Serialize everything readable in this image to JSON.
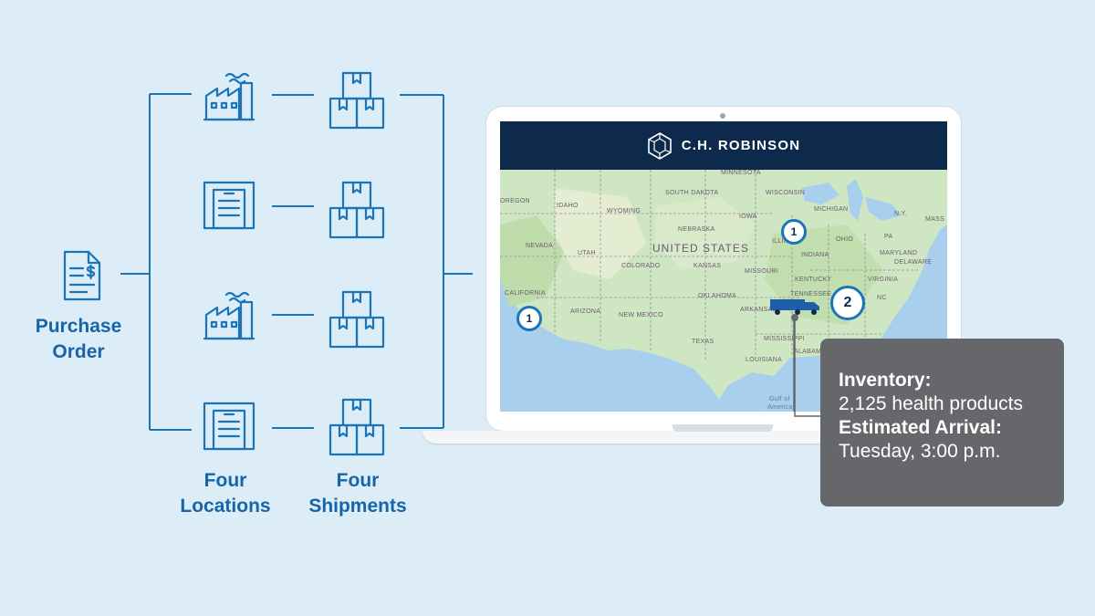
{
  "diagram": {
    "purchase_order": {
      "label_line1": "Purchase",
      "label_line2": "Order",
      "icon": "invoice-dollar-icon"
    },
    "locations": {
      "caption_line1": "Four",
      "caption_line2": "Locations",
      "items": [
        {
          "icon": "factory-icon"
        },
        {
          "icon": "warehouse-icon"
        },
        {
          "icon": "factory-icon"
        },
        {
          "icon": "warehouse-icon"
        }
      ]
    },
    "shipments": {
      "caption_line1": "Four",
      "caption_line2": "Shipments",
      "items": [
        {
          "icon": "boxes-icon"
        },
        {
          "icon": "boxes-icon"
        },
        {
          "icon": "boxes-icon"
        },
        {
          "icon": "boxes-icon"
        }
      ]
    },
    "colors": {
      "background": "#dcedf8",
      "accent": "#1a74b8",
      "text": "#1565a8"
    }
  },
  "app": {
    "brand": "C.H. ROBINSON",
    "logo": "ch-robinson-logo-icon",
    "header_color": "#0d2a4d",
    "map": {
      "country_label": "UNITED STATES",
      "region_labels": [
        "MINNESOTA",
        "WISCONSIN",
        "MICHIGAN",
        "SOUTH DAKOTA",
        "OREGON",
        "IDAHO",
        "WYOMING",
        "IOWA",
        "NEBRASKA",
        "ILLINOIS",
        "OHIO",
        "PA",
        "N.Y.",
        "MASS",
        "NEVADA",
        "UTAH",
        "COLORADO",
        "KANSAS",
        "INDIANA",
        "MISSOURI",
        "KENTUCKY",
        "VIRGINIA",
        "DELAWARE",
        "MARYLAND",
        "CALIFORNIA",
        "ARIZONA",
        "NEW MEXICO",
        "OKLAHOMA",
        "TENNESSEE",
        "ARKANSAS",
        "NC",
        "TEXAS",
        "MISSISSIPPI",
        "ALABAMA",
        "LOUISIANA",
        "Gulf of",
        "America"
      ],
      "markers": [
        {
          "label": "1"
        },
        {
          "label": "1"
        },
        {
          "label": "2"
        }
      ],
      "vehicle": "truck-icon"
    }
  },
  "tooltip": {
    "inventory_label": "Inventory:",
    "inventory_value": "2,125 health products",
    "arrival_label": "Estimated Arrival:",
    "arrival_value": "Tuesday, 3:00 p.m.",
    "background": "#66676a"
  }
}
